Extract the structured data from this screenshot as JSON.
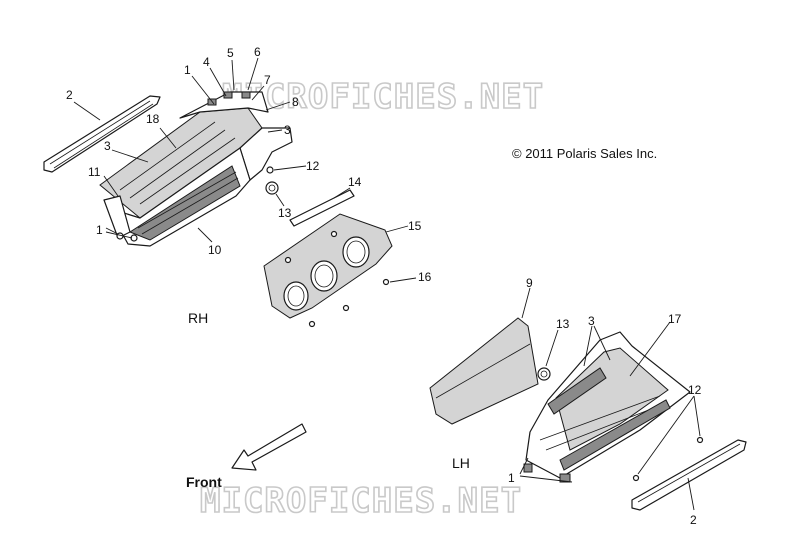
{
  "watermark": "MICROFICHES.NET",
  "copyright": "© 2011 Polaris Sales Inc.",
  "labels": {
    "rh": "RH",
    "lh": "LH",
    "front": "Front"
  },
  "callouts": {
    "rh_1a": "1",
    "rh_1b": "1",
    "rh_2": "2",
    "rh_3a": "3",
    "rh_3b": "3",
    "rh_4": "4",
    "rh_5": "5",
    "rh_6": "6",
    "rh_7": "7",
    "rh_8": "8",
    "rh_10": "10",
    "rh_11": "11",
    "rh_12": "12",
    "rh_13": "13",
    "rh_14": "14",
    "rh_15": "15",
    "rh_16": "16",
    "rh_18": "18",
    "lh_1": "1",
    "lh_2": "2",
    "lh_3": "3",
    "lh_9": "9",
    "lh_12": "12",
    "lh_13": "13",
    "lh_17": "17"
  }
}
